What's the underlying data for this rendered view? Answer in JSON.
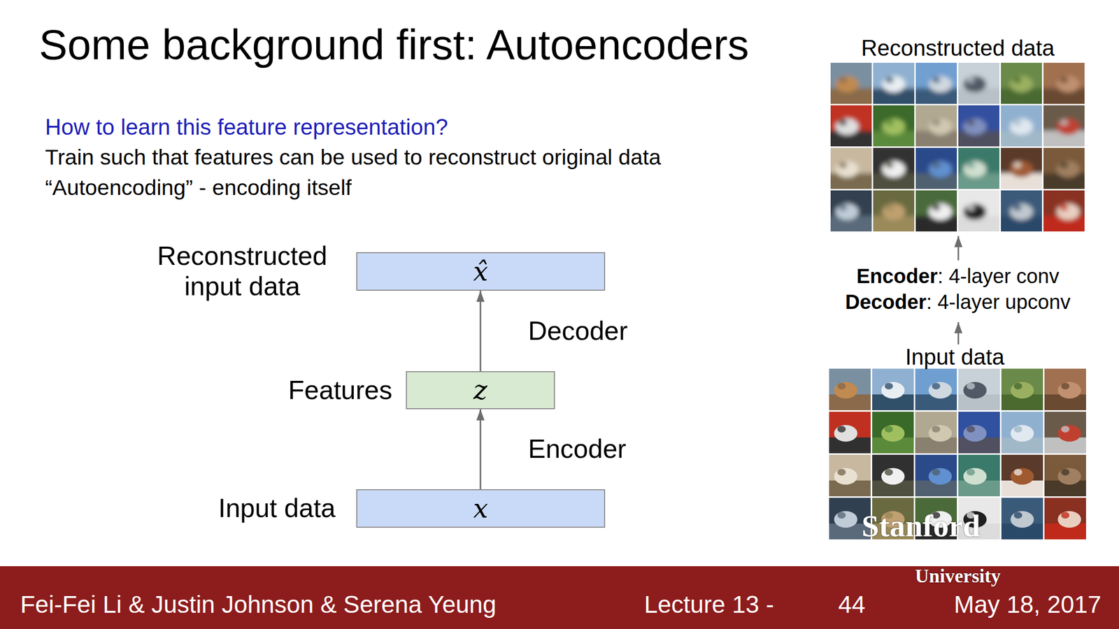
{
  "diagram": {
    "title": "Some background first: Autoencoders",
    "nodes": [
      {
        "text": [
          "Reconstructed input data",
          "x̂"
        ]
      },
      {
        "text": [
          "Features",
          "z"
        ]
      },
      {
        "text": [
          "Input data",
          "x"
        ]
      }
    ],
    "edges": [
      {
        "from": 2,
        "to": 1,
        "label": "Encoder",
        "arrow": "to"
      },
      {
        "from": 1,
        "to": 0,
        "label": "Decoder",
        "arrow": "to"
      }
    ],
    "labels": [
      "How to learn this feature representation?",
      "Train such that features can be used to reconstruct original data",
      "“Autoencoding” - encoding itself",
      "Reconstructed data",
      "Encoder",
      ": 4-layer conv",
      "Decoder",
      ": 4-layer upconv",
      "Input data",
      "Stanford",
      "University",
      "Fei-Fei Li & Justin Johnson & Serena Yeung",
      "Lecture 13 -",
      "44",
      "May 18, 2017"
    ]
  }
}
